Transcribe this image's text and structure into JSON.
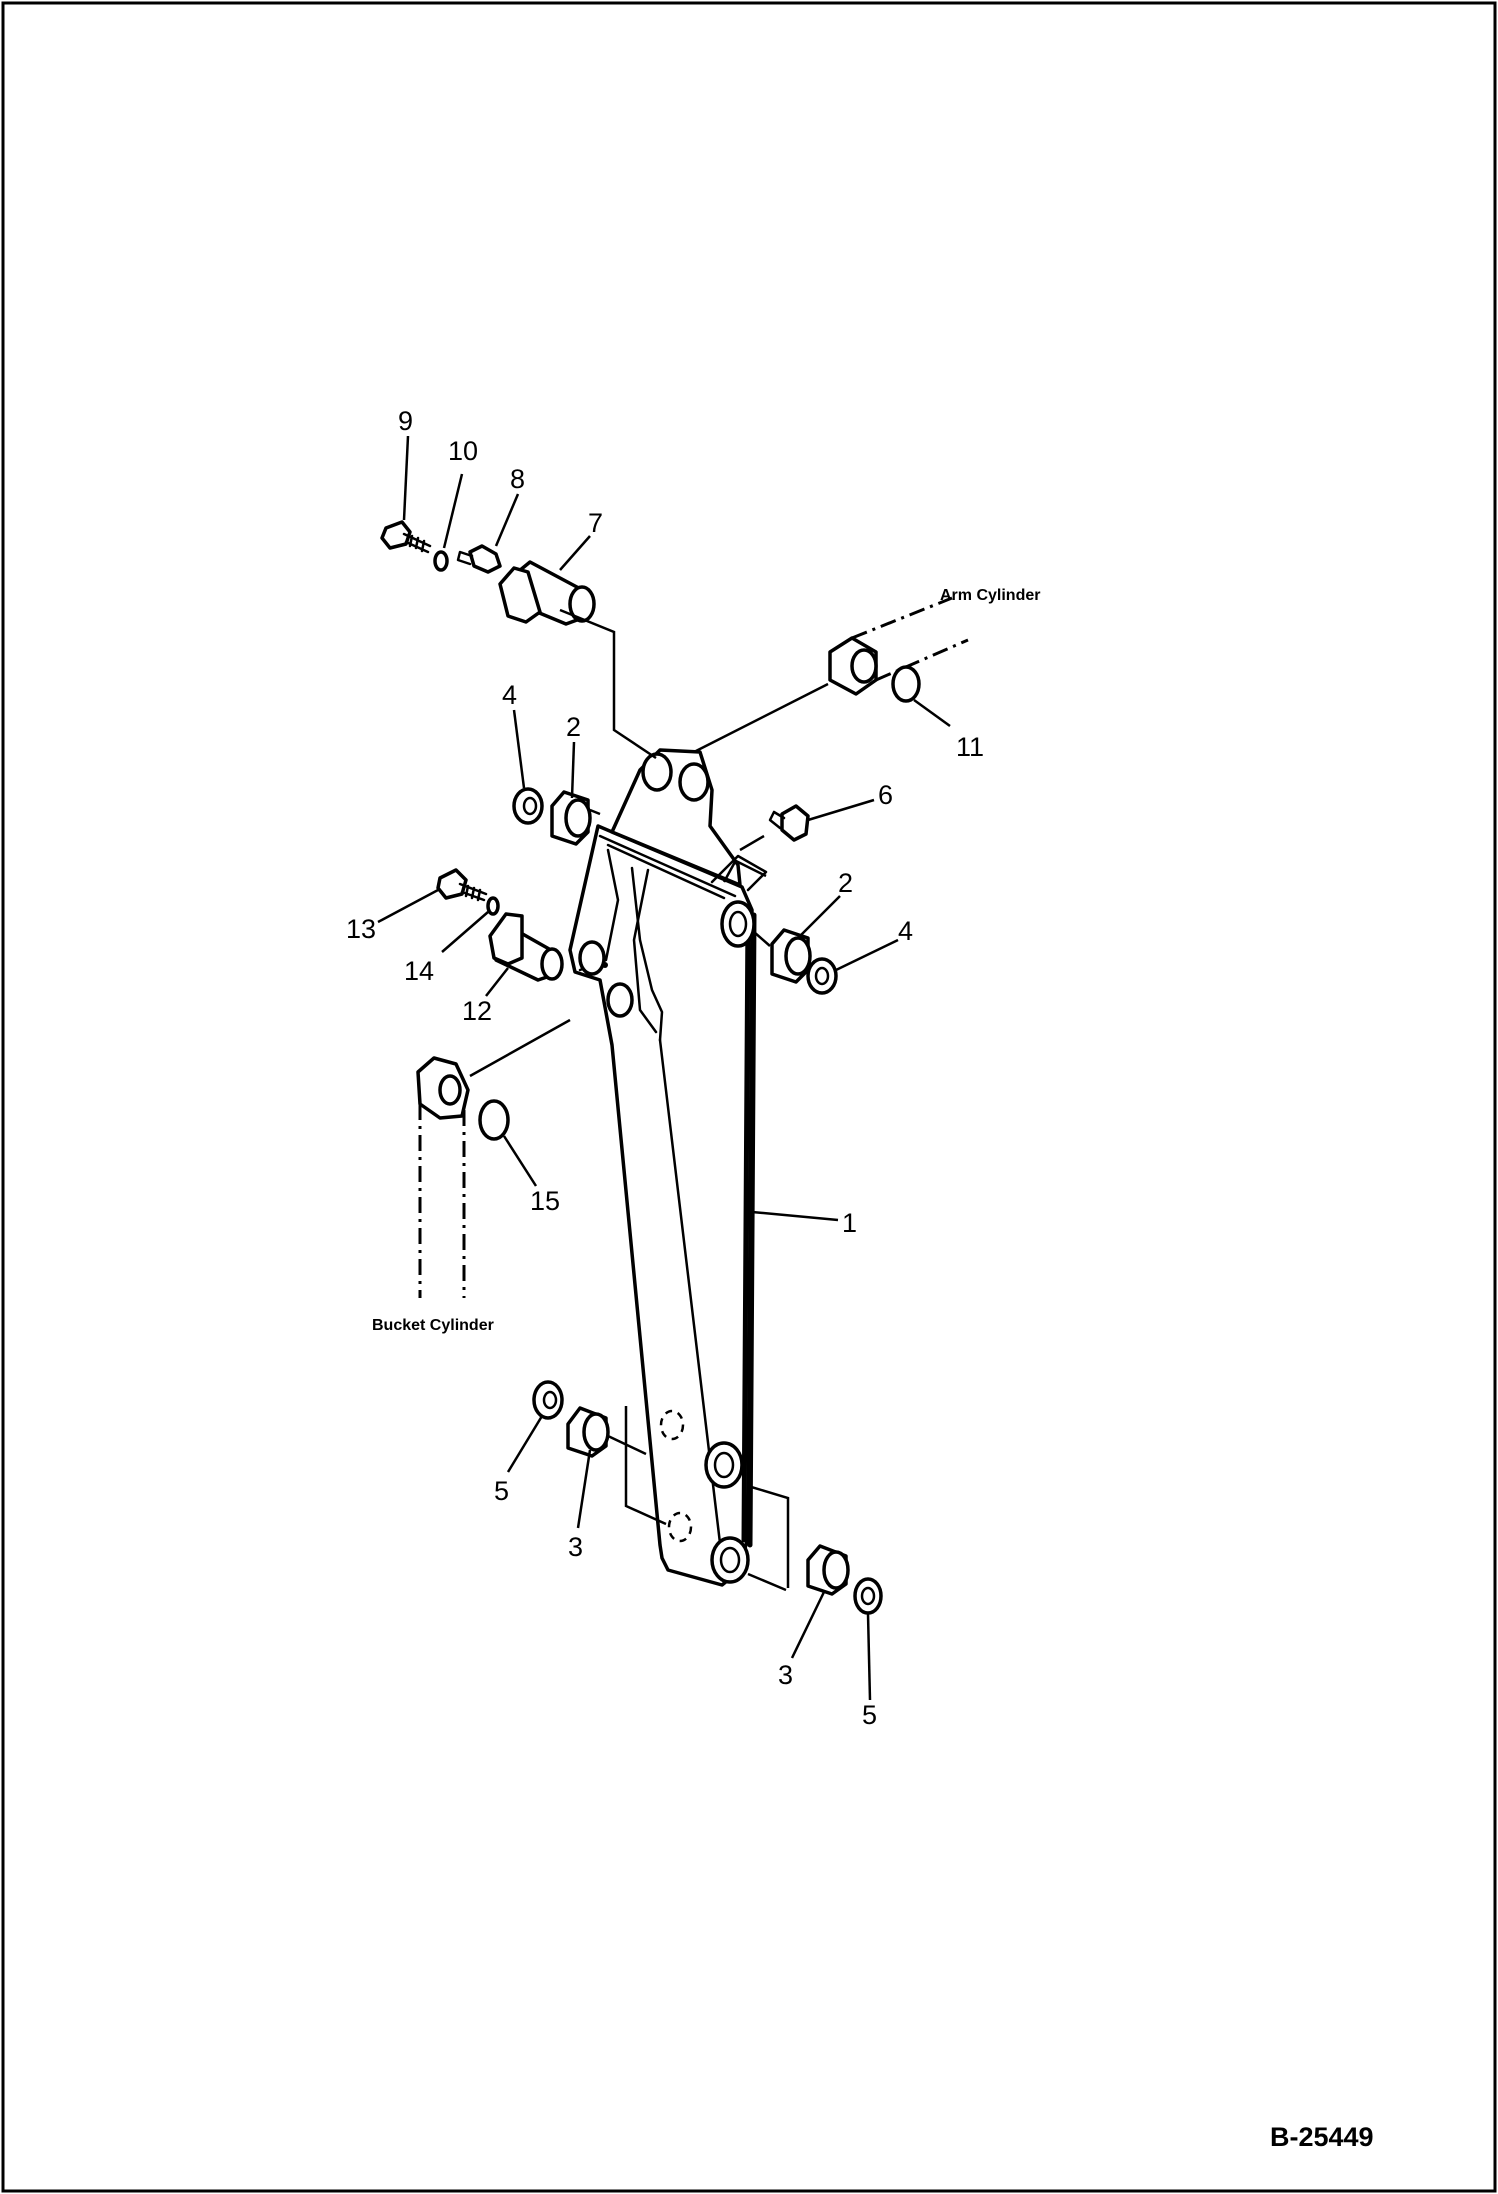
{
  "drawing_number": "B-25449",
  "notes": {
    "arm_cylinder": "Arm Cylinder",
    "bucket_cylinder": "Bucket Cylinder"
  },
  "callouts": [
    {
      "id": "arm",
      "label": "1"
    },
    {
      "id": "bushing-upper-left",
      "label": "2"
    },
    {
      "id": "bushing-upper-right",
      "label": "2"
    },
    {
      "id": "bushing-lower-left",
      "label": "3"
    },
    {
      "id": "bushing-lower-right",
      "label": "3"
    },
    {
      "id": "seal-upper-left",
      "label": "4"
    },
    {
      "id": "seal-upper-right",
      "label": "4"
    },
    {
      "id": "seal-lower-left",
      "label": "5"
    },
    {
      "id": "seal-lower-right",
      "label": "5"
    },
    {
      "id": "grease-fitting",
      "label": "6"
    },
    {
      "id": "pin-top",
      "label": "7"
    },
    {
      "id": "grease-fitting-top",
      "label": "8"
    },
    {
      "id": "bolt-top",
      "label": "9"
    },
    {
      "id": "washer-top",
      "label": "10"
    },
    {
      "id": "shim-arm-cylinder",
      "label": "11"
    },
    {
      "id": "pin-mid",
      "label": "12"
    },
    {
      "id": "bolt-mid",
      "label": "13"
    },
    {
      "id": "washer-mid",
      "label": "14"
    },
    {
      "id": "shim-bucket-cylinder",
      "label": "15"
    }
  ]
}
